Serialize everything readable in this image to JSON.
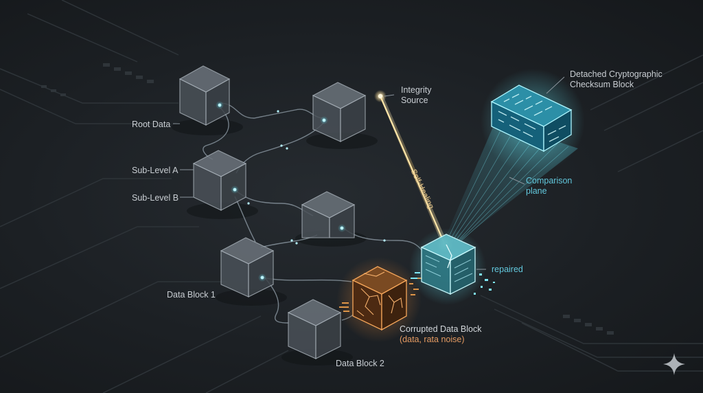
{
  "labels": {
    "root_data": "Root Data",
    "sub_level_a": "Sub-Level A",
    "sub_level_b": "Sub-Level B",
    "data_block_1": "Data Block 1",
    "data_block_2": "Data Block 2",
    "integrity_source_line1": "Integrity",
    "integrity_source_line2": "Source",
    "checksum_line1": "Detached Cryptographic",
    "checksum_line2": "Checksum Block",
    "comparison_line1": "Comparison",
    "comparison_line2": "plane",
    "repaired": "repaired",
    "self_healing": "Self-Healing",
    "corrupted_line1": "Corrupted Data Block",
    "corrupted_line2": "(data, rata noise)"
  },
  "colors": {
    "background": "#1c2024",
    "label_text": "#c9ced3",
    "cube_face": "#4a5158",
    "accent_cyan": "#4fd6ee",
    "accent_orange": "#ef8a32",
    "beam_gold": "#ffd98a"
  },
  "icons": {
    "corner_mark": "sparkle-icon"
  }
}
